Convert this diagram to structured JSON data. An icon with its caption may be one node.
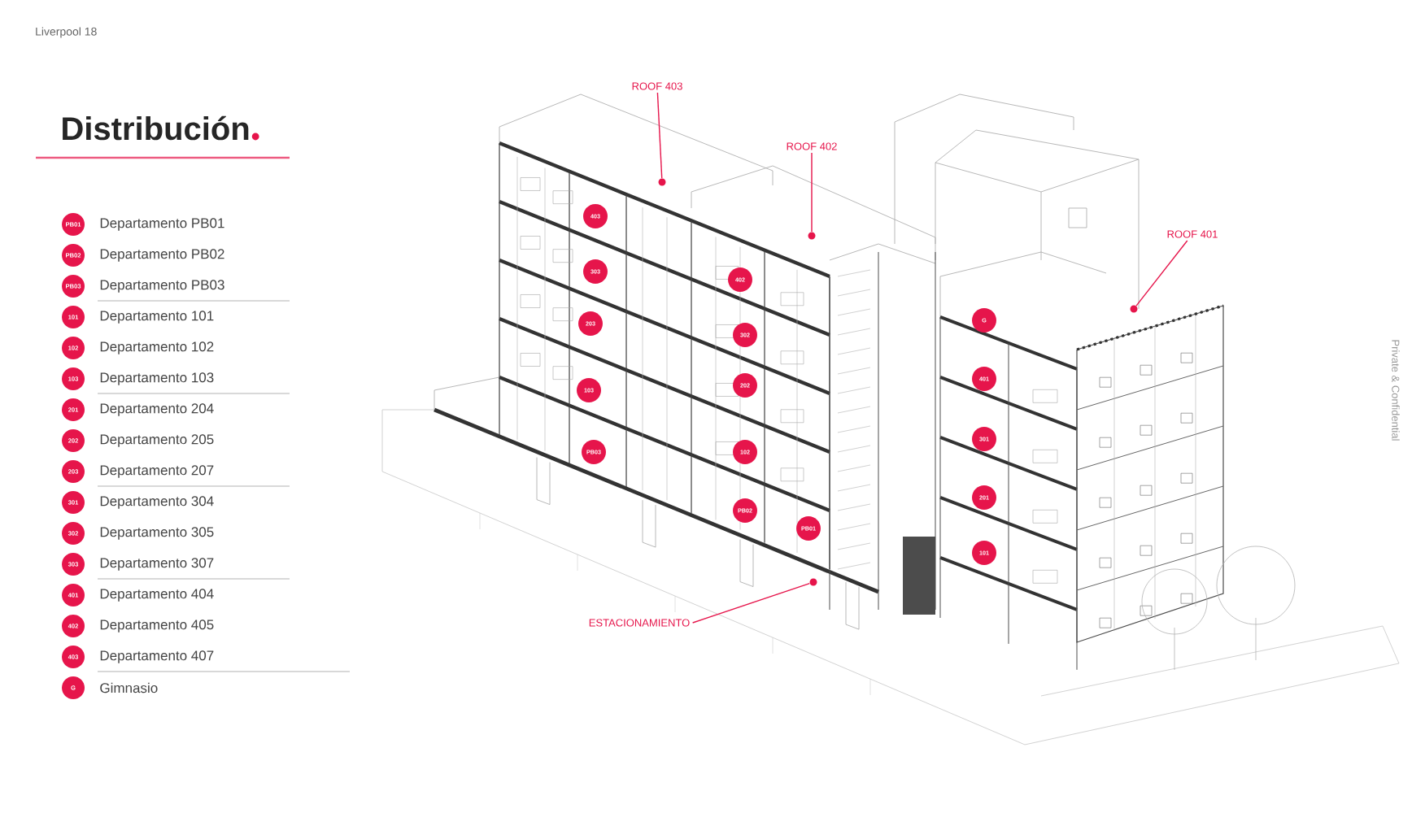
{
  "diagram": {
    "title": "Distribución",
    "nodes": [
      {
        "text": [
          "PB01"
        ],
        "beside": [
          "Departamento PB01"
        ]
      },
      {
        "text": [
          "PB02"
        ],
        "beside": [
          "Departamento PB02"
        ]
      },
      {
        "text": [
          "PB03"
        ],
        "beside": [
          "Departamento PB03"
        ]
      },
      {
        "text": [
          "101"
        ],
        "beside": [
          "Departamento 101"
        ]
      },
      {
        "text": [
          "102"
        ],
        "beside": [
          "Departamento 102"
        ]
      },
      {
        "text": [
          "103"
        ],
        "beside": [
          "Departamento 103"
        ]
      },
      {
        "text": [
          "201"
        ],
        "beside": [
          "Departamento 204"
        ]
      },
      {
        "text": [
          "202"
        ],
        "beside": [
          "Departamento 205"
        ]
      },
      {
        "text": [
          "203"
        ],
        "beside": [
          "Departamento 207"
        ]
      },
      {
        "text": [
          "301"
        ],
        "beside": [
          "Departamento 304"
        ]
      },
      {
        "text": [
          "302"
        ],
        "beside": [
          "Departamento 305"
        ]
      },
      {
        "text": [
          "303"
        ],
        "beside": [
          "Departamento 307"
        ]
      },
      {
        "text": [
          "401"
        ],
        "beside": [
          "Departamento 404"
        ]
      },
      {
        "text": [
          "402"
        ],
        "beside": [
          "Departamento 405"
        ]
      },
      {
        "text": [
          "403"
        ],
        "beside": [
          "Departamento 407"
        ]
      },
      {
        "text": [
          "G"
        ],
        "beside": [
          "Gimnasio"
        ]
      },
      {
        "text": [
          "403"
        ]
      },
      {
        "text": [
          "303"
        ]
      },
      {
        "text": [
          "203"
        ]
      },
      {
        "text": [
          "103"
        ]
      },
      {
        "text": [
          "PB03"
        ]
      },
      {
        "text": [
          "402"
        ]
      },
      {
        "text": [
          "302"
        ]
      },
      {
        "text": [
          "202"
        ]
      },
      {
        "text": [
          "102"
        ]
      },
      {
        "text": [
          "PB02"
        ]
      },
      {
        "text": [
          "PB01"
        ]
      },
      {
        "text": [
          "G"
        ]
      },
      {
        "text": [
          "401"
        ]
      },
      {
        "text": [
          "301"
        ]
      },
      {
        "text": [
          "201"
        ]
      },
      {
        "text": [
          "101"
        ]
      },
      {
        "text": [
          "ROOF 403"
        ]
      },
      {
        "text": [],
        "shape": "circle"
      },
      {
        "text": [
          "ROOF 402"
        ]
      },
      {
        "text": [],
        "shape": "circle"
      },
      {
        "text": [
          "ROOF 401"
        ]
      },
      {
        "text": [],
        "shape": "circle"
      },
      {
        "text": [
          "ESTACIONAMIENTO"
        ]
      },
      {
        "text": [],
        "shape": "circle"
      }
    ],
    "edges": [
      {
        "from": 32,
        "to": 33,
        "arrow": "none"
      },
      {
        "from": 34,
        "to": 35,
        "arrow": "none"
      },
      {
        "from": 36,
        "to": 37,
        "arrow": "none"
      },
      {
        "from": 38,
        "to": 39,
        "arrow": "none"
      }
    ],
    "labels": [
      "Liverpool 18",
      "Private & Confidential"
    ]
  }
}
